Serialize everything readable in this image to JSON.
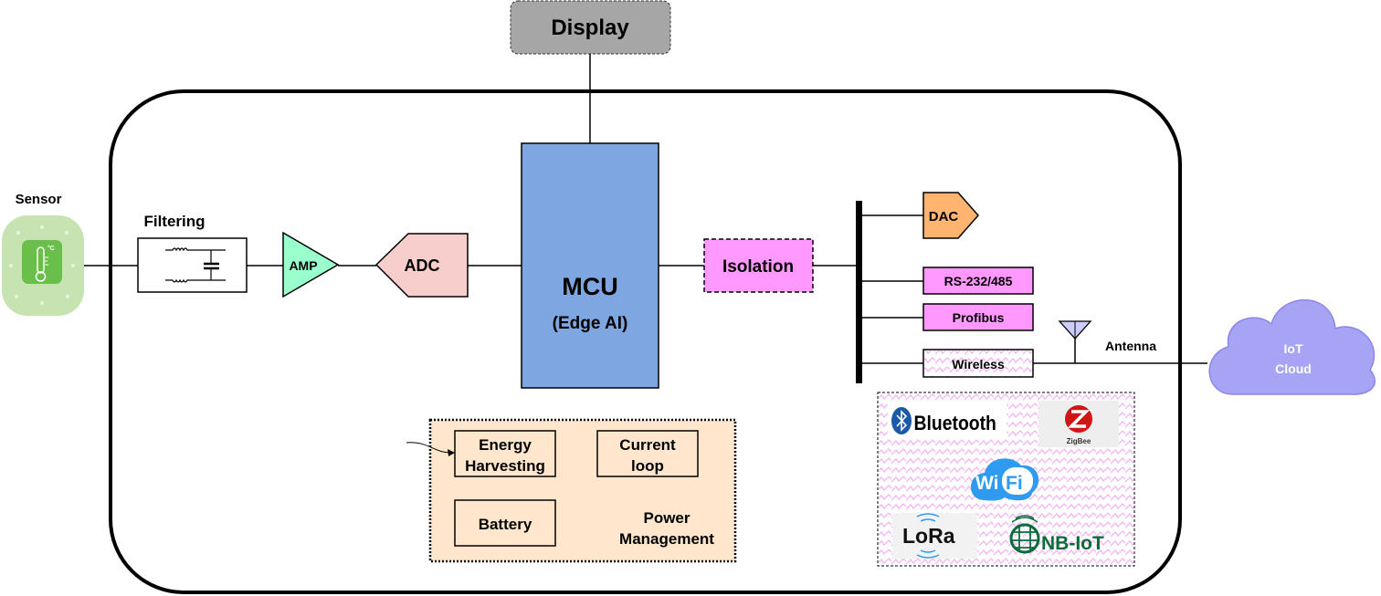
{
  "display": {
    "label": "Display"
  },
  "sensor": {
    "label": "Sensor",
    "icon": "thermometer-icon",
    "unit": "°C"
  },
  "filtering": {
    "label": "Filtering"
  },
  "amp": {
    "label": "AMP"
  },
  "adc": {
    "label": "ADC"
  },
  "mcu": {
    "label": "MCU",
    "sublabel": "(Edge AI)"
  },
  "isolation": {
    "label": "Isolation"
  },
  "interfaces": [
    {
      "label": "DAC"
    },
    {
      "label": "RS-232/485"
    },
    {
      "label": "Profibus"
    },
    {
      "label": "Wireless"
    }
  ],
  "antenna": {
    "label": "Antenna"
  },
  "cloud": {
    "line1": "IoT",
    "line2": "Cloud"
  },
  "power": {
    "title_line1": "Power",
    "title_line2": "Management",
    "energy_line1": "Energy",
    "energy_line2": "Harvesting",
    "current_line1": "Current",
    "current_line2": "loop",
    "battery": "Battery"
  },
  "wireless_logos": {
    "bluetooth": "Bluetooth",
    "zigbee": "ZigBee",
    "wifi_a": "Wi",
    "wifi_b": "Fi",
    "lora": "LoRa",
    "nbiot": "NB-IoT"
  },
  "colors": {
    "display": "#a6a6a6",
    "sensor_outer": "#c6e3b1",
    "sensor_inner": "#6abf4b",
    "amp": "#99ffcc",
    "adc": "#f8cecc",
    "mcu": "#7ea6e0",
    "isolation": "#ff99ff",
    "dac": "#ffb570",
    "power": "#ffe6cc",
    "cloud": "#a8a4f5"
  }
}
